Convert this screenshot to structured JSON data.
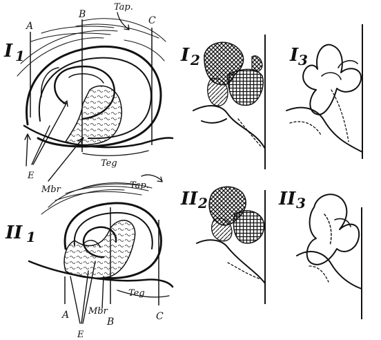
{
  "figure": {
    "panels": {
      "I1": {
        "numeral": "I",
        "index": "1"
      },
      "I2": {
        "numeral": "I",
        "index": "2"
      },
      "I3": {
        "numeral": "I",
        "index": "3"
      },
      "II1": {
        "numeral": "II",
        "index": "1"
      },
      "II2": {
        "numeral": "II",
        "index": "2"
      },
      "II3": {
        "numeral": "II",
        "index": "3"
      }
    },
    "labels": {
      "tap_top": "Tap.",
      "tap_mid": "Tap.",
      "teg_top": "Teg",
      "teg_bottom": "Teg",
      "e_top": "E",
      "e_bottom": "E",
      "mbr_top": "Mbr",
      "mbr_bottom": "Mbr"
    },
    "section_lines": {
      "top": [
        "A",
        "B",
        "C"
      ],
      "bottom": [
        "A",
        "B",
        "C"
      ]
    }
  }
}
